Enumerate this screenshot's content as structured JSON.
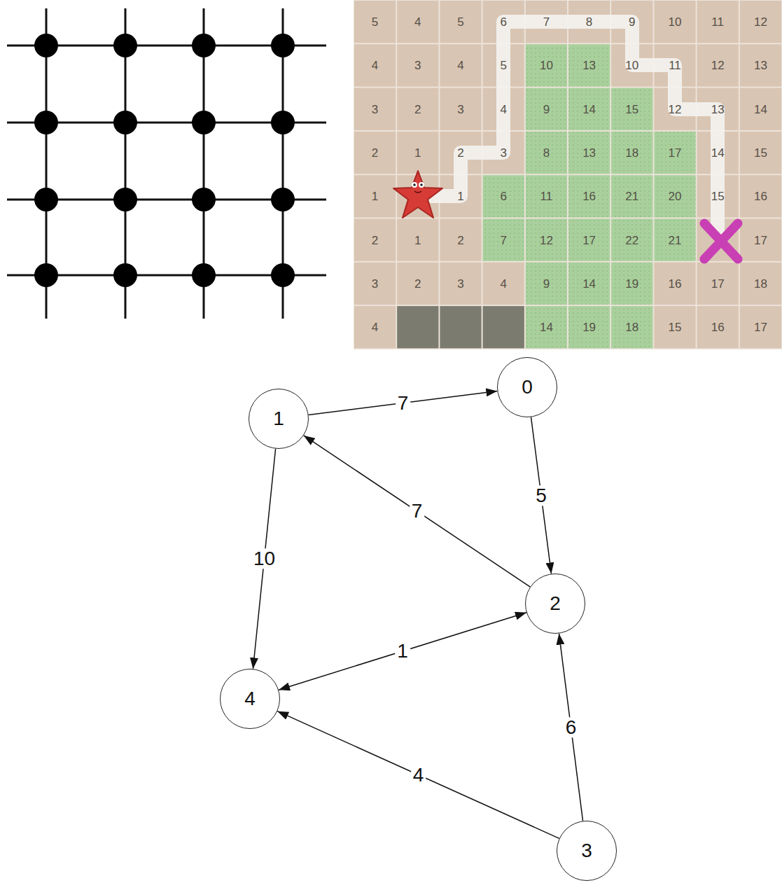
{
  "diagram": {
    "nodes": [
      {
        "text": [
          "0"
        ]
      },
      {
        "text": [
          "1"
        ]
      },
      {
        "text": [
          "2"
        ]
      },
      {
        "text": [
          "4"
        ]
      },
      {
        "text": [
          "3"
        ]
      }
    ],
    "edges": [
      {
        "from": 1,
        "to": 0,
        "arrow": "to",
        "label": "7"
      },
      {
        "from": 0,
        "to": 2,
        "arrow": "to",
        "label": "5"
      },
      {
        "from": 2,
        "to": 1,
        "arrow": "to",
        "label": "7"
      },
      {
        "from": 1,
        "to": 3,
        "arrow": "to",
        "label": "10"
      },
      {
        "from": 3,
        "to": 2,
        "arrow": "both",
        "label": "1"
      },
      {
        "from": 4,
        "to": 2,
        "arrow": "to",
        "label": "6"
      },
      {
        "from": 4,
        "to": 3,
        "arrow": "to",
        "label": "4"
      }
    ],
    "labels": [
      "5",
      "4",
      "5",
      "6",
      "7",
      "8",
      "9",
      "10",
      "11",
      "12",
      "4",
      "3",
      "4",
      "5",
      "10",
      "13",
      "10",
      "11",
      "12",
      "13",
      "3",
      "2",
      "3",
      "4",
      "9",
      "14",
      "15",
      "12",
      "13",
      "14",
      "2",
      "1",
      "2",
      "3",
      "8",
      "13",
      "18",
      "17",
      "14",
      "15",
      "1",
      "1",
      "6",
      "11",
      "16",
      "21",
      "20",
      "15",
      "16",
      "2",
      "1",
      "2",
      "7",
      "12",
      "17",
      "22",
      "21",
      "17",
      "3",
      "2",
      "3",
      "4",
      "9",
      "14",
      "19",
      "16",
      "17",
      "18",
      "4",
      "14",
      "19",
      "18",
      "15",
      "16",
      "17"
    ]
  }
}
